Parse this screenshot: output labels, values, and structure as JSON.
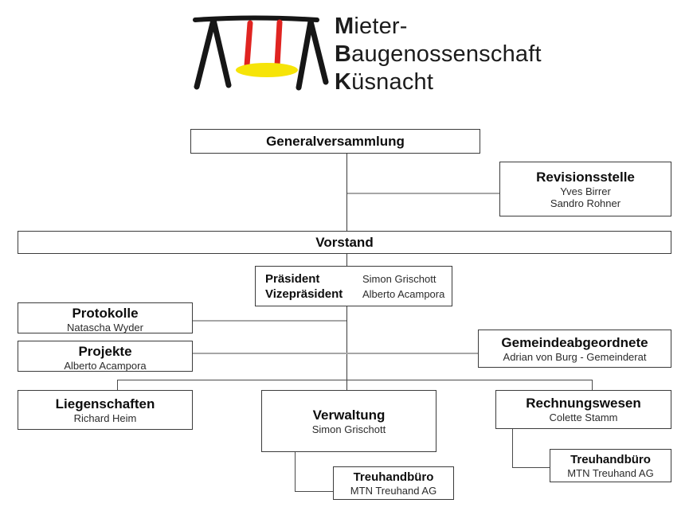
{
  "logo": {
    "line1_bold": "M",
    "line1_rest": "ieter-",
    "line2_bold": "B",
    "line2_rest": "augenossenschaft",
    "line3_bold": "K",
    "line3_rest": "üsnacht"
  },
  "colors": {
    "frame_black": "#161616",
    "rope_red": "#e02421",
    "seat_yellow": "#f6e408",
    "box_border": "#3b3b3b",
    "branch_line_gray": "#a6a6a6",
    "trunk_line_dark": "#3a3a3a"
  },
  "org": {
    "generalversammlung": {
      "title": "Generalversammlung"
    },
    "revisionsstelle": {
      "title": "Revisionsstelle",
      "members": [
        "Yves Birrer",
        "Sandro Rohner"
      ]
    },
    "vorstand": {
      "title": "Vorstand"
    },
    "praesidium": {
      "rows": [
        {
          "role": "Präsident",
          "name": "Simon Grischott"
        },
        {
          "role": "Vizepräsident",
          "name": "Alberto Acampora"
        }
      ]
    },
    "protokolle": {
      "title": "Protokolle",
      "members": [
        "Natascha Wyder"
      ]
    },
    "projekte": {
      "title": "Projekte",
      "members": [
        "Alberto Acampora"
      ]
    },
    "gemeindeabgeordnete": {
      "title": "Gemeindeabgeordnete",
      "members": [
        "Adrian von Burg - Gemeinderat"
      ]
    },
    "liegenschaften": {
      "title": "Liegenschaften",
      "members": [
        "Richard Heim"
      ]
    },
    "verwaltung": {
      "title": "Verwaltung",
      "members": [
        "Simon Grischott"
      ]
    },
    "rechnungswesen": {
      "title": "Rechnungswesen",
      "members": [
        "Colette Stamm"
      ]
    },
    "treuhand_verwaltung": {
      "title": "Treuhandbüro",
      "members": [
        "MTN Treuhand AG"
      ]
    },
    "treuhand_rechnungswesen": {
      "title": "Treuhandbüro",
      "members": [
        "MTN Treuhand AG"
      ]
    }
  }
}
